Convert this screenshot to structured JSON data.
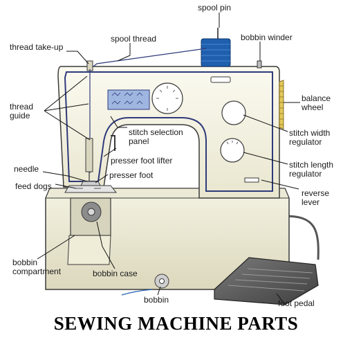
{
  "title": "SEWING MACHINE PARTS",
  "labels": {
    "spool_pin": "spool pin",
    "bobbin_winder": "bobbin winder",
    "thread_take_up": "thread take-up",
    "spool_thread": "spool thread",
    "thread_guide": [
      "thread",
      "guide"
    ],
    "balance_wheel": [
      "balance",
      "wheel"
    ],
    "stitch_selection_panel": [
      "stitch selection",
      "panel"
    ],
    "stitch_width_regulator": [
      "stitch width",
      "regulator"
    ],
    "presser_foot_lifter": "presser foot lifter",
    "needle": "needle",
    "presser_foot": "presser foot",
    "stitch_length_regulator": [
      "stitch length",
      "regulator"
    ],
    "feed_dogs": "feed dogs",
    "reverse_lever": [
      "reverse",
      "lever"
    ],
    "bobbin_compartment": [
      "bobbin",
      "compartment"
    ],
    "bobbin_case": "bobbin case",
    "bobbin": "bobbin",
    "foot_pedal": "foot pedal"
  },
  "colors": {
    "body": "#f7f5e6",
    "outline": "#2e3a7a",
    "spool": "#1f5fae",
    "panel": "#9fb6e0",
    "wheel": "#e3c75a",
    "pedal": "#5a5a5a",
    "leader": "#111111"
  }
}
